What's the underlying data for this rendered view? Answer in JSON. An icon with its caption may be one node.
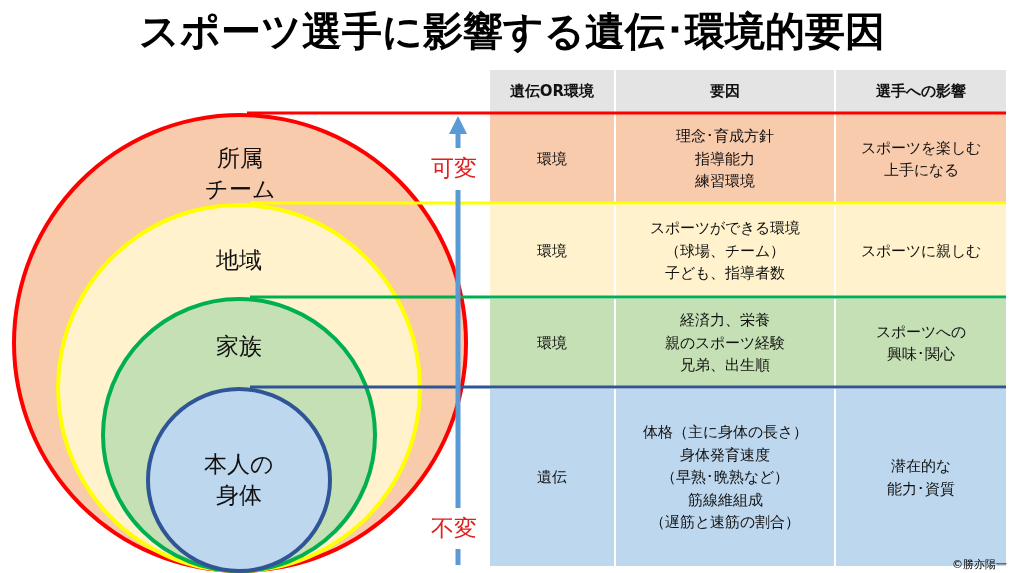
{
  "diagram": {
    "title": "スポーツ選手に影響する遺伝･環境的要因",
    "nodes": [
      {
        "text": [
          "所属チーム"
        ]
      },
      {
        "text": [
          "地域"
        ],
        "in": 0
      },
      {
        "text": [
          "家族"
        ],
        "in": 1
      },
      {
        "text": [
          "本人の身体"
        ],
        "in": 2
      }
    ],
    "labels": [
      "遺伝OR環境",
      "要因",
      "選手への影響",
      "環境",
      "理念･育成方針指導能力練習環境",
      "スポーツを楽しむ上手になる",
      "環境",
      "スポーツができる環境（球場、チーム）子ども、指導者数",
      "スポーツに親しむ",
      "環境",
      "経済力、栄養親のスポーツ経験兄弟、出生順",
      "スポーツへの興味･関心",
      "遺伝",
      "体格（主に身体の長さ）身体発育速度（早熟･晩熟など）筋線維組成（遅筋と速筋の割合）",
      "潜在的な能力･資質",
      "可変",
      "不変",
      "©勝亦陽一"
    ]
  }
}
